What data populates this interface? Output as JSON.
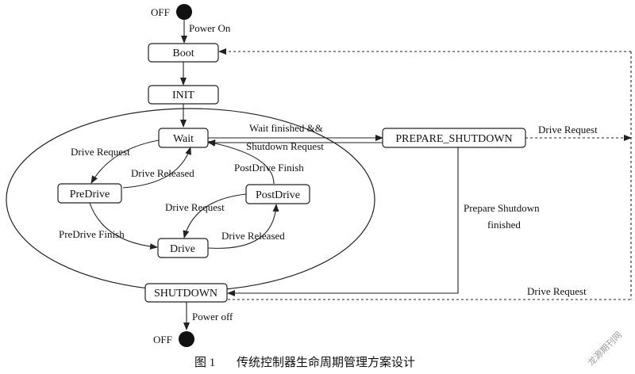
{
  "states": {
    "boot": "Boot",
    "init": "INIT",
    "wait": "Wait",
    "predrive": "PreDrive",
    "postdrive": "PostDrive",
    "drive": "Drive",
    "prepare_shutdown": "PREPARE_SHUTDOWN",
    "shutdown": "SHUTDOWN"
  },
  "terminals": {
    "off_top": "OFF",
    "off_bottom": "OFF"
  },
  "transitions": {
    "power_on": "Power On",
    "power_off": "Power off",
    "wait_finished_1": "Wait finished &&",
    "wait_finished_2": "Shutdown Request",
    "drive_request_top": "Drive Request",
    "drive_request_left": "Drive Request",
    "drive_released_left": "Drive Released",
    "postdrive_finish": "PostDrive Finish",
    "drive_request_inner": "Drive Request",
    "predrive_finish": "PreDrive Finish",
    "drive_released_bottom": "Drive Released",
    "prepare_finished_1": "Prepare Shutdown",
    "prepare_finished_2": "finished",
    "drive_request_bottom": "Drive Request"
  },
  "caption": {
    "figure_number": "图 1",
    "title": "传统控制器生命周期管理方案设计"
  },
  "watermark": "龙源期刊网"
}
